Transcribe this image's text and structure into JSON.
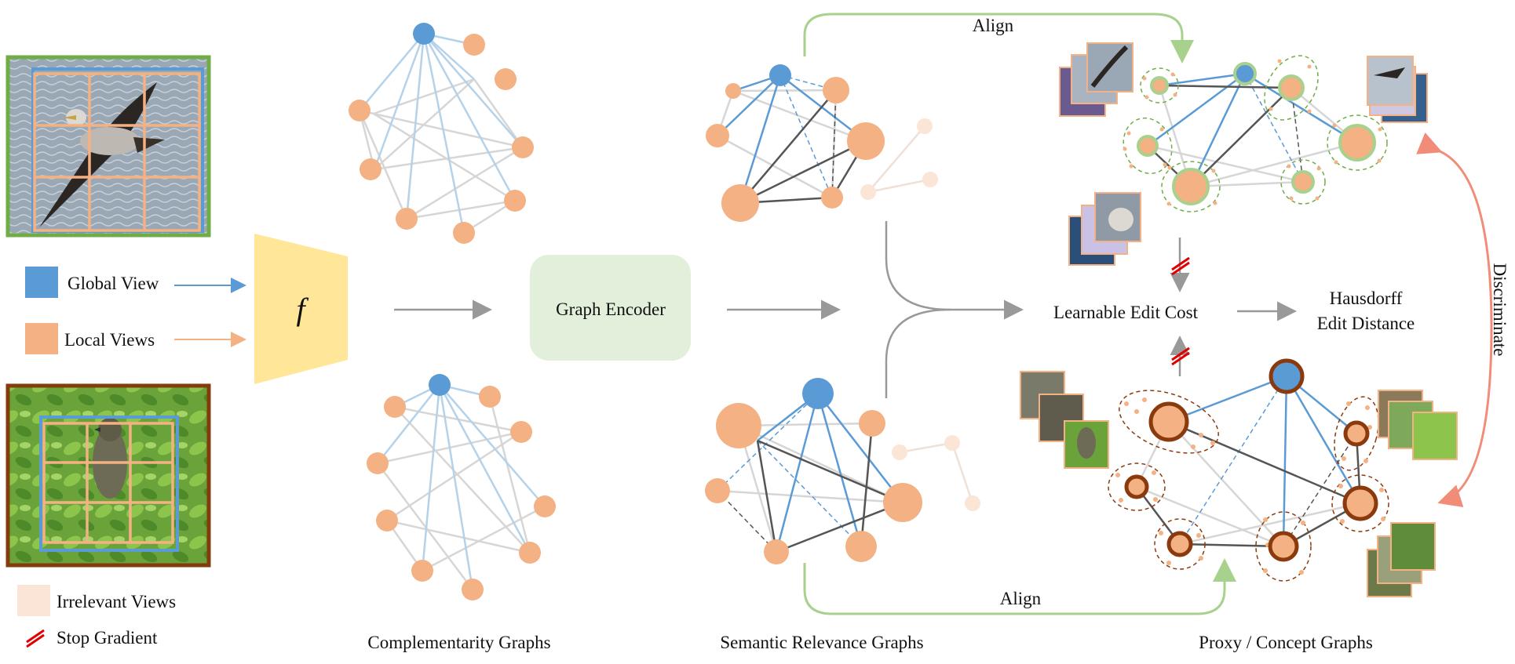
{
  "legend": {
    "global_view": "Global View",
    "local_views": "Local Views",
    "irrelevant_views": "Irrelevant Views",
    "stop_gradient": "Stop Gradient"
  },
  "encoder_symbol": "f",
  "graph_encoder": "Graph Encoder",
  "top_align": "Align",
  "bottom_align": "Align",
  "learnable_edit_cost": "Learnable Edit Cost",
  "distance_line1": "Hausdorff",
  "distance_line2": "Edit Distance",
  "discriminate": "Discriminate",
  "captions": {
    "complementarity": "Complementarity Graphs",
    "semantic": "Semantic Relevance Graphs",
    "proxy": "Proxy / Concept Graphs"
  },
  "colors": {
    "global": "#5b9bd5",
    "local": "#f4b183",
    "irrelevant": "#fbe5d6",
    "encoder": "#ffe699",
    "graph_encoder_box": "#e2efda",
    "align_arrow": "#a9d18e",
    "discriminate_arrow": "#f08c78",
    "concept_ring": "#8b3a0e",
    "concept_ring_top": "#a9d18e",
    "stop_gradient": "#e00000",
    "image_frame_top": "#70ad47",
    "image_frame_bottom": "#843c0c"
  }
}
